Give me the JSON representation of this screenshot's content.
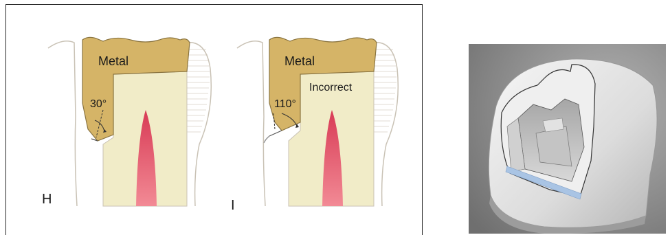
{
  "panels": [
    {
      "letter": "H",
      "metal_label": "Metal",
      "angle_label": "30°"
    },
    {
      "letter": "I",
      "metal_label": "Metal",
      "angle_label": "110°",
      "status_label": "Incorrect"
    }
  ],
  "colors": {
    "metal": "#d5b467",
    "dentin": "#f1ecc8",
    "pulp": "#e0586a",
    "enamel_outline": "#bdb6aa",
    "photo_bg": "#8c8c8c",
    "bevel_highlight": "#a9c4e4"
  }
}
